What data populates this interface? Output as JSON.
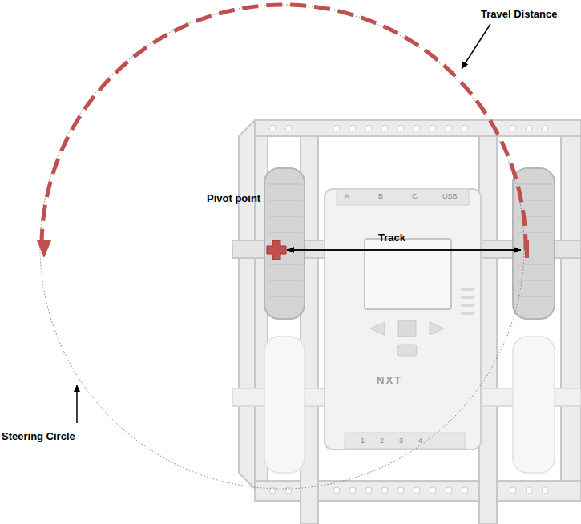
{
  "diagram": {
    "labels": [
      "Travel Distance",
      "Pivot point",
      "Track",
      "Steering Circle",
      "A",
      "B",
      "C",
      "USB",
      "NXT",
      "1",
      "2",
      "3",
      "4"
    ]
  }
}
